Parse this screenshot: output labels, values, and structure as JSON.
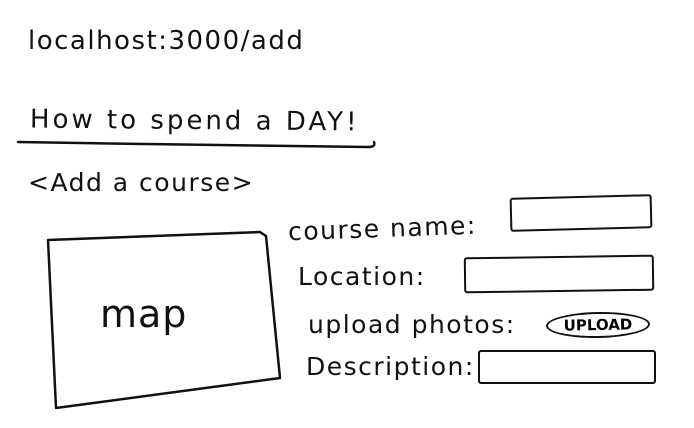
{
  "address_bar": {
    "url": "localhost:3000/add"
  },
  "header": {
    "title": "How to spend a DAY!"
  },
  "page": {
    "subtitle": "<Add a course>"
  },
  "map": {
    "label": "map"
  },
  "form": {
    "course_name_label": "course name:",
    "location_label": "Location:",
    "upload_photos_label": "upload photos:",
    "upload_button_label": "UPLOAD",
    "description_label": "Description:",
    "course_name_value": "",
    "location_value": "",
    "description_value": ""
  }
}
